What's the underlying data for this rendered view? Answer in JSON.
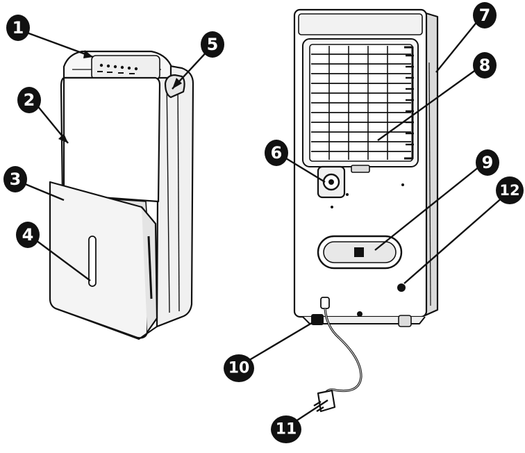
{
  "diagram": {
    "callouts": [
      {
        "id": "c1",
        "label": "1"
      },
      {
        "id": "c2",
        "label": "2"
      },
      {
        "id": "c3",
        "label": "3"
      },
      {
        "id": "c4",
        "label": "4"
      },
      {
        "id": "c5",
        "label": "5"
      },
      {
        "id": "c6",
        "label": "6"
      },
      {
        "id": "c7",
        "label": "7"
      },
      {
        "id": "c8",
        "label": "8"
      },
      {
        "id": "c9",
        "label": "9"
      },
      {
        "id": "c10",
        "label": "10"
      },
      {
        "id": "c11",
        "label": "11"
      },
      {
        "id": "c12",
        "label": "12"
      }
    ],
    "colors": {
      "ink": "#111111",
      "paper": "#ffffff",
      "panel": "#f4f4f4",
      "shade": "#d9d9d9"
    }
  }
}
